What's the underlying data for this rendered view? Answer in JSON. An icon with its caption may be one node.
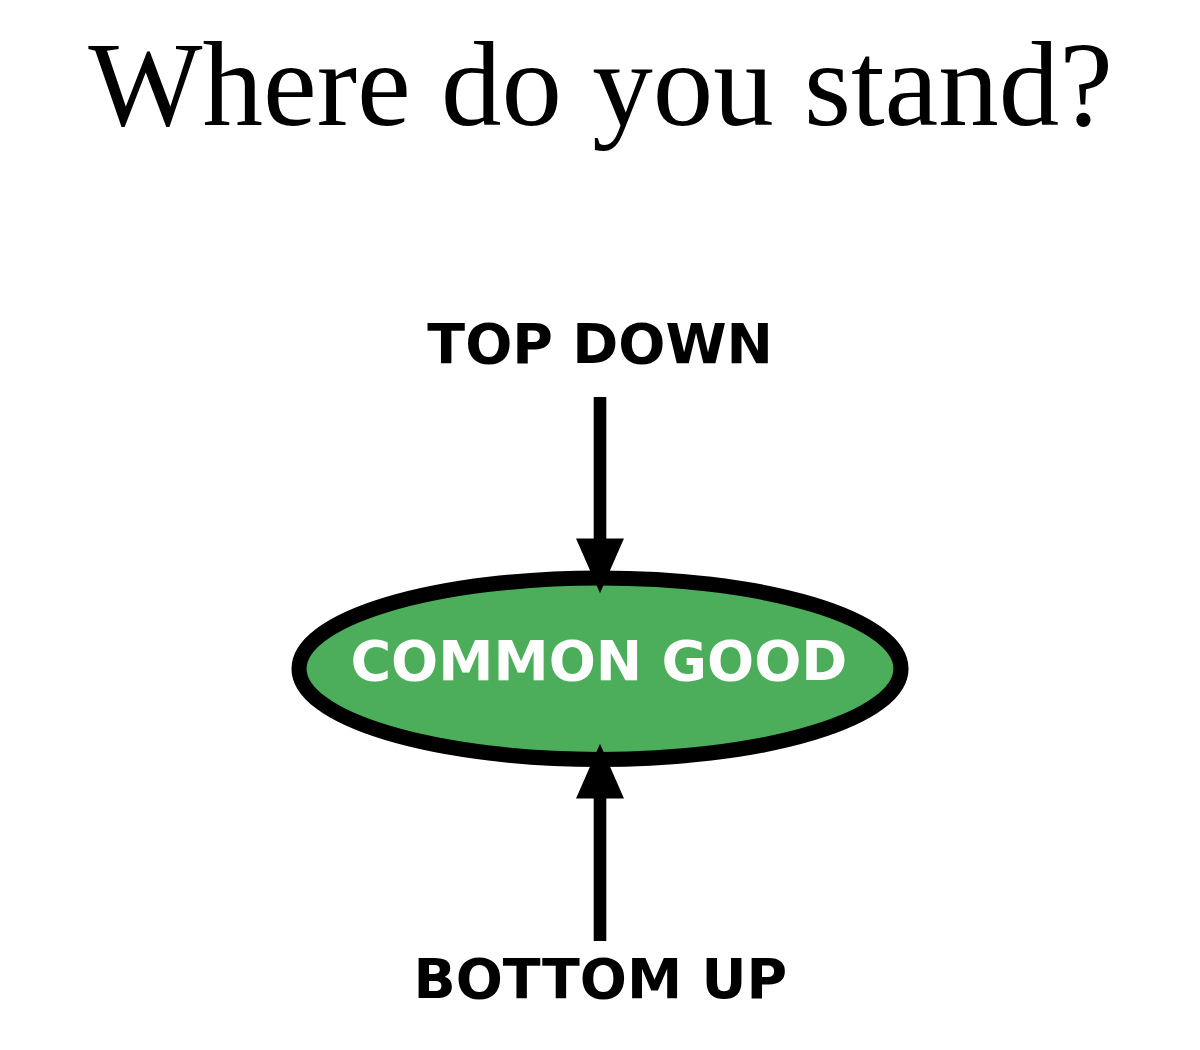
{
  "diagram": {
    "title": "Where do you stand?",
    "nodes": [
      {
        "text": [
          "TOP DOWN"
        ]
      },
      {
        "text": [
          "COMMON GOOD"
        ]
      },
      {
        "text": [
          "BOTTOM UP"
        ]
      }
    ],
    "edges": [
      {
        "from": 0,
        "to": 1,
        "arrow": "to"
      },
      {
        "from": 2,
        "to": 1,
        "arrow": "to"
      }
    ]
  }
}
